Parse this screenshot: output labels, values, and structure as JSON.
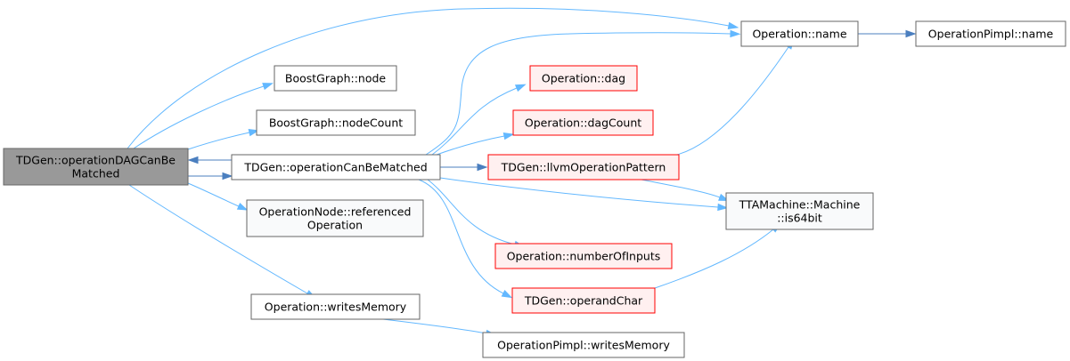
{
  "colors": {
    "focus_fill": "#999999",
    "focus_stroke": "#666666",
    "normal_fill": "#ffffff",
    "normal_stroke": "#666666",
    "red_fill": "#fff0f0",
    "red_stroke": "#ff0000",
    "green_fill": "#f9fafb",
    "green_stroke": "#666666",
    "edge": "#63b8ff",
    "edge_dark": "#4b7fbf"
  },
  "nodes": {
    "n_focus": {
      "lines": [
        "TDGen::operationDAGCanBe",
        "Matched"
      ],
      "style": "focus"
    },
    "n_opname": {
      "lines": [
        "Operation::name"
      ],
      "style": "normal"
    },
    "n_pimplname": {
      "lines": [
        "OperationPimpl::name"
      ],
      "style": "normal"
    },
    "n_bgnode": {
      "lines": [
        "BoostGraph::node"
      ],
      "style": "normal"
    },
    "n_bgcount": {
      "lines": [
        "BoostGraph::nodeCount"
      ],
      "style": "normal"
    },
    "n_canbe": {
      "lines": [
        "TDGen::operationCanBeMatched"
      ],
      "style": "normal"
    },
    "n_dag": {
      "lines": [
        "Operation::dag"
      ],
      "style": "red"
    },
    "n_dagcount": {
      "lines": [
        "Operation::dagCount"
      ],
      "style": "red"
    },
    "n_llvm": {
      "lines": [
        "TDGen::llvmOperationPattern"
      ],
      "style": "red"
    },
    "n_is64": {
      "lines": [
        "TTAMachine::Machine",
        "::is64bit"
      ],
      "style": "green"
    },
    "n_refop": {
      "lines": [
        "OperationNode::referenced",
        "Operation"
      ],
      "style": "green"
    },
    "n_numin": {
      "lines": [
        "Operation::numberOfInputs"
      ],
      "style": "red"
    },
    "n_opchar": {
      "lines": [
        "TDGen::operandChar"
      ],
      "style": "red"
    },
    "n_writes": {
      "lines": [
        "Operation::writesMemory"
      ],
      "style": "normal"
    },
    "n_pimplwrites": {
      "lines": [
        "OperationPimpl::writesMemory"
      ],
      "style": "normal"
    }
  },
  "edges": [
    {
      "from": "n_focus",
      "to": "n_opname"
    },
    {
      "from": "n_focus",
      "to": "n_bgnode"
    },
    {
      "from": "n_focus",
      "to": "n_bgcount"
    },
    {
      "from": "n_focus",
      "to": "n_canbe"
    },
    {
      "from": "n_canbe",
      "to": "n_focus"
    },
    {
      "from": "n_focus",
      "to": "n_refop"
    },
    {
      "from": "n_focus",
      "to": "n_writes"
    },
    {
      "from": "n_opname",
      "to": "n_pimplname"
    },
    {
      "from": "n_canbe",
      "to": "n_opname"
    },
    {
      "from": "n_canbe",
      "to": "n_dag"
    },
    {
      "from": "n_canbe",
      "to": "n_dagcount"
    },
    {
      "from": "n_canbe",
      "to": "n_llvm"
    },
    {
      "from": "n_canbe",
      "to": "n_is64"
    },
    {
      "from": "n_canbe",
      "to": "n_numin"
    },
    {
      "from": "n_canbe",
      "to": "n_opchar"
    },
    {
      "from": "n_llvm",
      "to": "n_opname"
    },
    {
      "from": "n_llvm",
      "to": "n_is64"
    },
    {
      "from": "n_opchar",
      "to": "n_is64"
    },
    {
      "from": "n_writes",
      "to": "n_pimplwrites"
    }
  ]
}
